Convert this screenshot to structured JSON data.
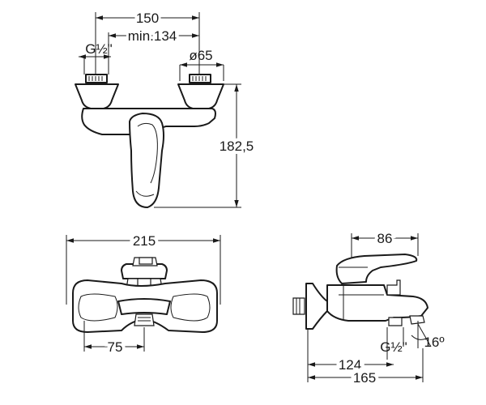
{
  "views": {
    "top": {
      "dim_width": "150",
      "dim_min": "min.134",
      "dim_thread": "G½\"",
      "dim_diameter": "ø65",
      "dim_height": "182,5"
    },
    "front": {
      "dim_width": "215",
      "dim_outlet": "75"
    },
    "side": {
      "dim_handle": "86",
      "dim_thread": "G½\"",
      "dim_angle": "16º",
      "dim_outlet_depth": "124",
      "dim_depth": "165"
    }
  }
}
